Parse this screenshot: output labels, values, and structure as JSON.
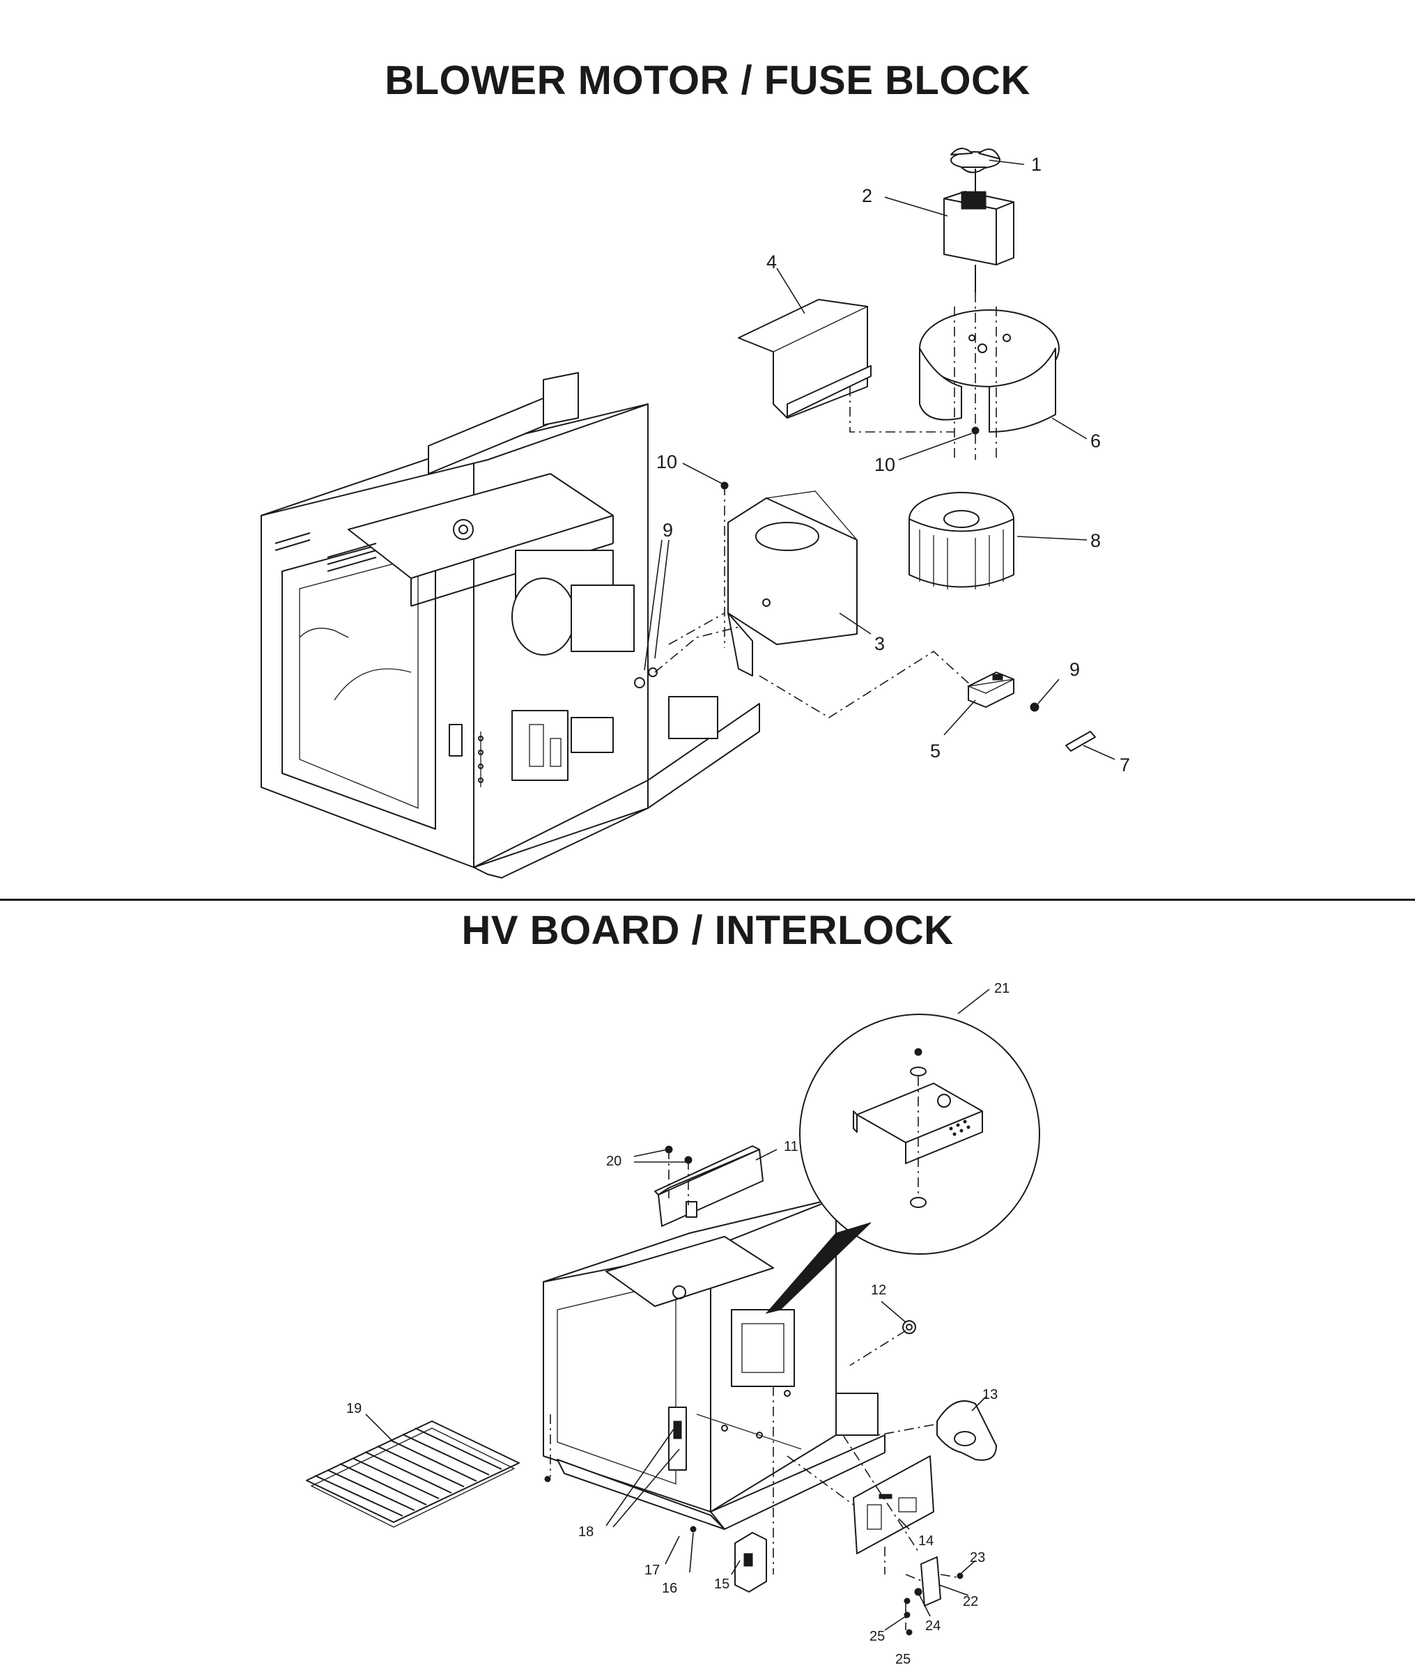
{
  "sections": {
    "top": {
      "title": "BLOWER MOTOR / FUSE BLOCK"
    },
    "bottom": {
      "title": "HV BOARD / INTERLOCK"
    }
  },
  "callouts": {
    "top": {
      "c1": "1",
      "c2": "2",
      "c3": "3",
      "c4": "4",
      "c5": "5",
      "c6": "6",
      "c7": "7",
      "c8": "8",
      "c9a": "9",
      "c9b": "9",
      "c10a": "10",
      "c10b": "10"
    },
    "bottom": {
      "c11": "11",
      "c12": "12",
      "c13": "13",
      "c14": "14",
      "c15": "15",
      "c16": "16",
      "c17": "17",
      "c18": "18",
      "c19": "19",
      "c20": "20",
      "c21": "21",
      "c22": "22",
      "c23": "23",
      "c24": "24",
      "c25a": "25",
      "c25b": "25"
    }
  },
  "colors": {
    "ink": "#1a1a1a",
    "paper": "#ffffff"
  }
}
